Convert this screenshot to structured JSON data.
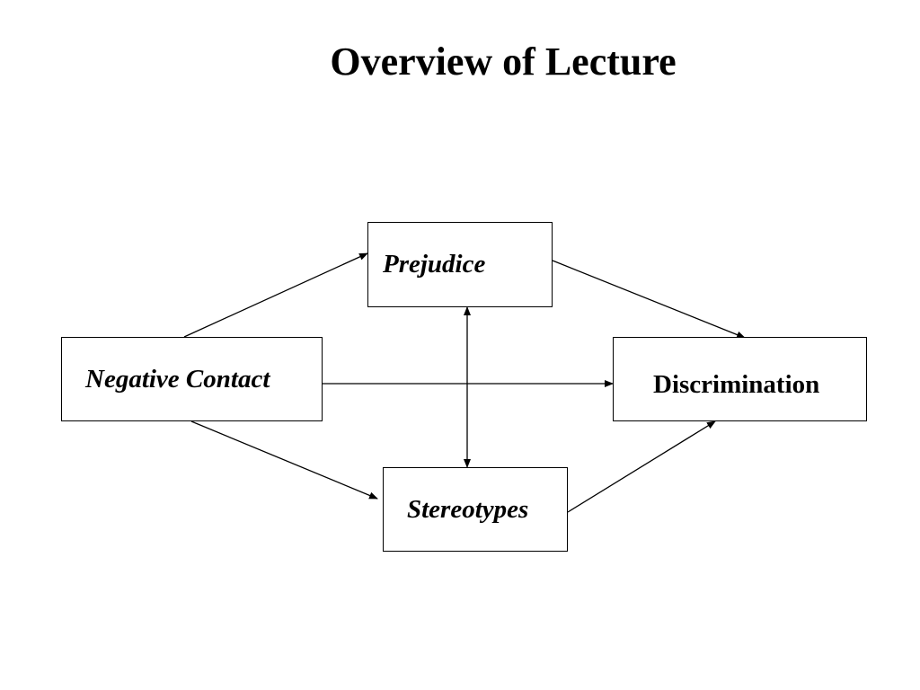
{
  "slide": {
    "title": "Overview of Lecture"
  },
  "diagram": {
    "nodes": {
      "prejudice": "Prejudice",
      "negative_contact": "Negative Contact",
      "discrimination": "Discrimination",
      "stereotypes": "Stereotypes"
    },
    "edges": [
      {
        "from": "negative_contact",
        "to": "prejudice",
        "direction": "forward"
      },
      {
        "from": "negative_contact",
        "to": "stereotypes",
        "direction": "forward"
      },
      {
        "from": "negative_contact",
        "to": "discrimination",
        "direction": "forward"
      },
      {
        "from": "prejudice",
        "to": "discrimination",
        "direction": "forward"
      },
      {
        "from": "stereotypes",
        "to": "discrimination",
        "direction": "forward"
      },
      {
        "from": "prejudice",
        "to": "stereotypes",
        "direction": "both"
      }
    ],
    "colors": {
      "line": "#000000",
      "box_border": "#000000",
      "background": "#ffffff"
    }
  }
}
